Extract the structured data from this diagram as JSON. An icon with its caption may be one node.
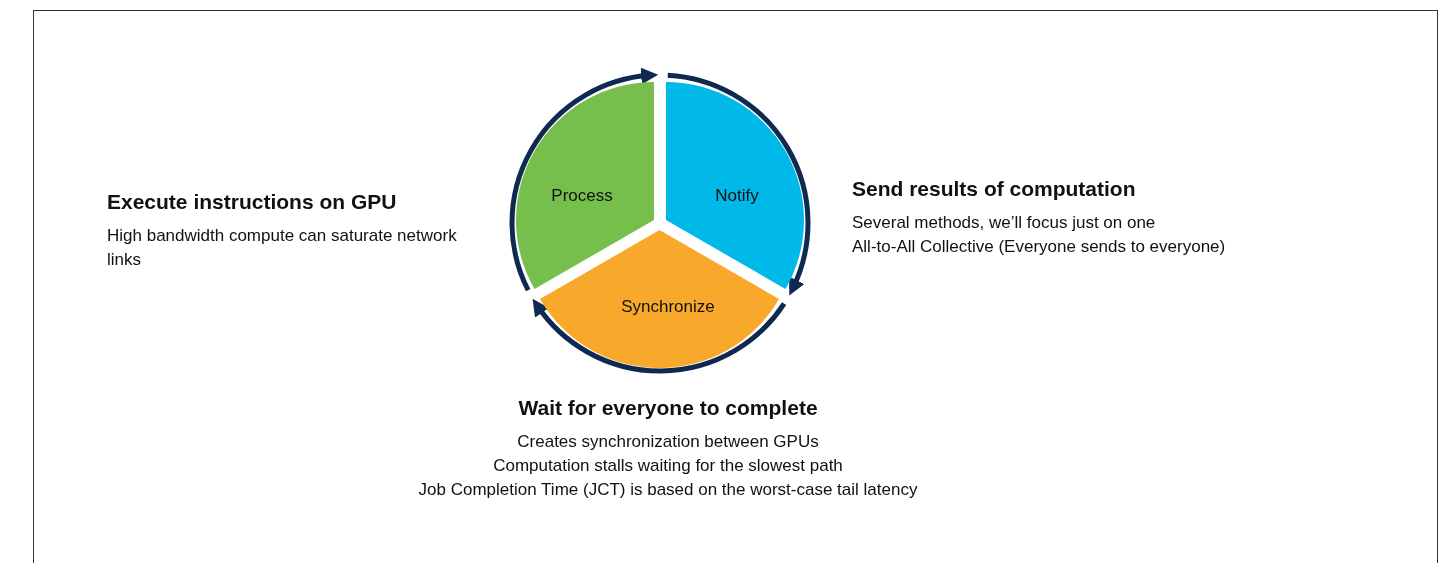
{
  "diagram": {
    "nodes": [
      {
        "text": [
          "Process"
        ],
        "beside": [
          "Execute instructions on GPU",
          "High bandwidth compute can saturate network links"
        ]
      },
      {
        "text": [
          "Notify"
        ],
        "beside": [
          "Send results of computation",
          "Several methods, we’ll focus just on one",
          "All-to-All Collective (Everyone sends to everyone)"
        ]
      },
      {
        "text": [
          "Synchronize"
        ],
        "beside": [
          "Wait for everyone to complete",
          "Creates synchronization between GPUs",
          "Computation stalls waiting for the slowest path",
          "Job Completion Time (JCT) is based on the worst-case tail latency"
        ]
      }
    ],
    "edges": [
      {
        "from": 0,
        "to": 1,
        "arrow": "to"
      },
      {
        "from": 1,
        "to": 2,
        "arrow": "to"
      },
      {
        "from": 2,
        "to": 0,
        "arrow": "to"
      }
    ]
  }
}
